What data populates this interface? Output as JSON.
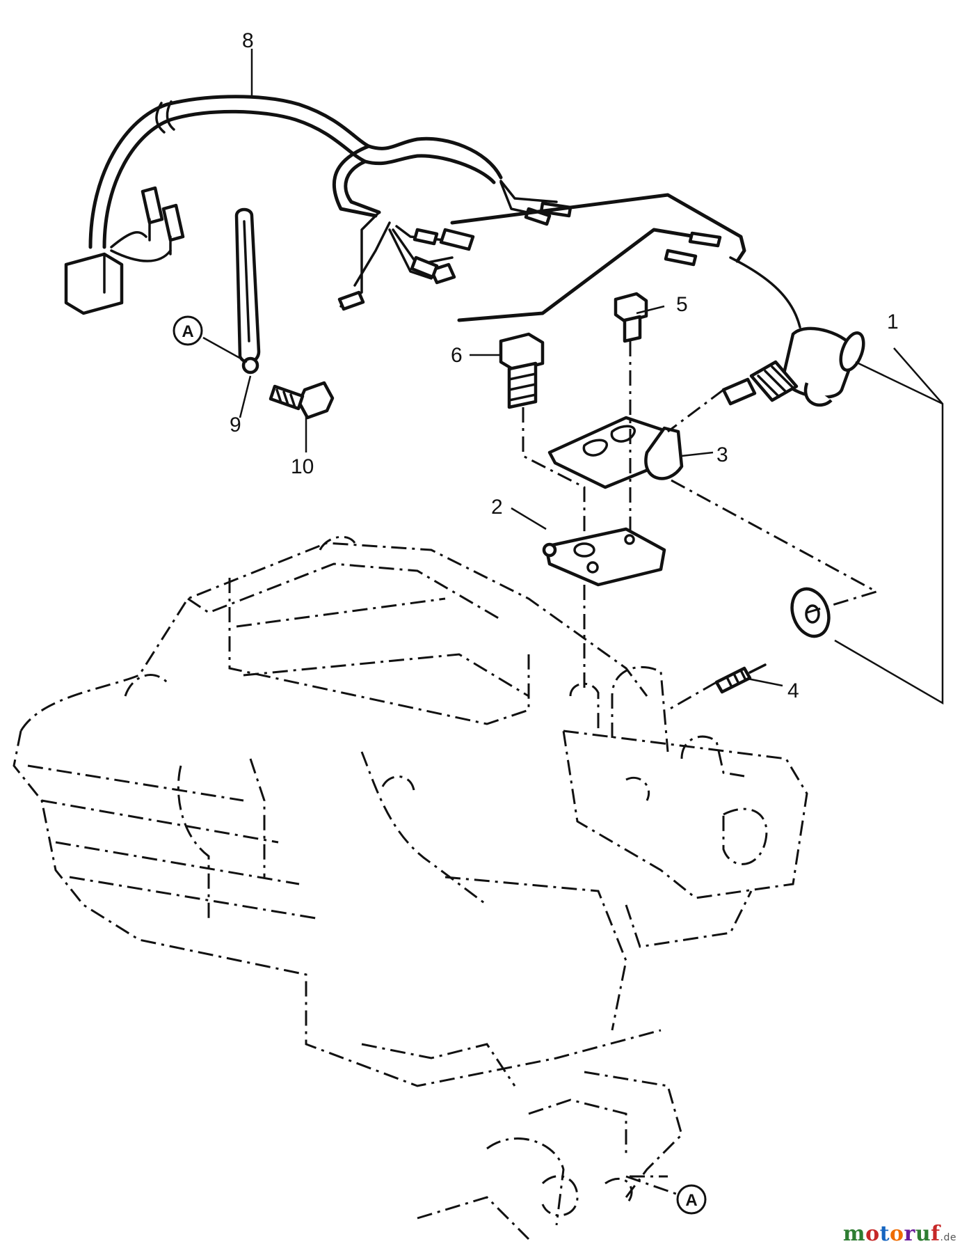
{
  "callouts": {
    "n1": "1",
    "n2": "2",
    "n3": "3",
    "n4": "4",
    "n5": "5",
    "n6": "6",
    "n8": "8",
    "n9": "9",
    "n10": "10"
  },
  "reference_marks": {
    "top": "A",
    "bottom": "A"
  },
  "watermark": {
    "text": "motoruf",
    "suffix": ".de",
    "colors": [
      "#2e7d32",
      "#c62828",
      "#1565c0",
      "#ef6c00",
      "#6a1b9a",
      "#2e7d32",
      "#c62828"
    ]
  }
}
